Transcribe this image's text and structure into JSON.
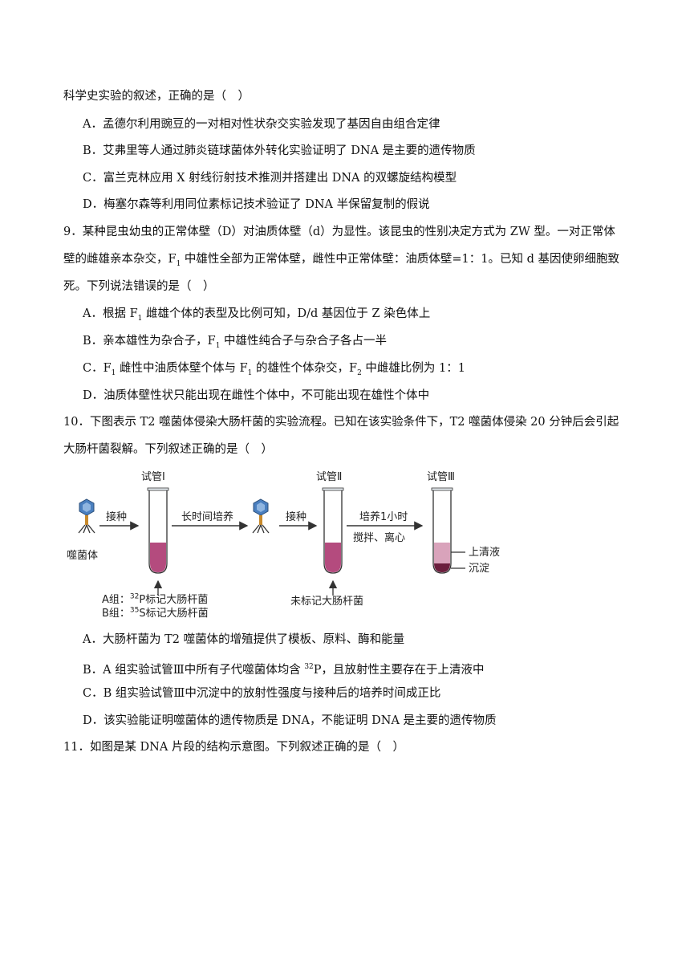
{
  "q8": {
    "stem": "科学史实验的叙述，正确的是（　）",
    "options": [
      "A．孟德尔利用豌豆的一对相对性状杂交实验发现了基因自由组合定律",
      "B．艾弗里等人通过肺炎链球菌体外转化实验证明了 DNA 是主要的遗传物质",
      "C．富兰克林应用 X 射线衍射技术推测并搭建出 DNA 的双螺旋结构模型",
      "D．梅塞尔森等利用同位素标记技术验证了 DNA 半保留复制的假说"
    ]
  },
  "q9": {
    "stem_line1": "9．某种昆虫幼虫的正常体壁（D）对油质体壁（d）为显性。该昆虫的性别决定方式为 ZW 型。一对正常体",
    "stem_line2_a": "壁的雌雄亲本杂交，F",
    "stem_line2_sub": "1",
    "stem_line2_b": " 中雄性全部为正常体壁，雌性中正常体壁：油质体壁=1：1。已知 d 基因使卵细胞致",
    "stem_line3": "死。下列说法错误的是（　）",
    "opt_a_pre": "A．根据 F",
    "opt_a_sub": "1",
    "opt_a_post": " 雌雄个体的表型及比例可知，D/d 基因位于 Z 染色体上",
    "opt_b_pre": "B．亲本雄性为杂合子，F",
    "opt_b_sub": "1",
    "opt_b_post": " 中雄性纯合子与杂合子各占一半",
    "opt_c_pre": "C．F",
    "opt_c_sub1": "1",
    "opt_c_mid": " 雌性中油质体壁个体与 F",
    "opt_c_sub2": "1",
    "opt_c_mid2": " 的雄性个体杂交，F",
    "opt_c_sub3": "2",
    "opt_c_post": " 中雌雄比例为 1：1",
    "opt_d": "D．油质体壁性状只能出现在雌性个体中，不可能出现在雄性个体中"
  },
  "q10": {
    "stem_line1": "10．下图表示 T2 噬菌体侵染大肠杆菌的实验流程。已知在该实验条件下，T2 噬菌体侵染 20 分钟后会引起",
    "stem_line2": "大肠杆菌裂解。下列叙述正确的是（　）",
    "diagram": {
      "tube1": "试管Ⅰ",
      "tube2": "试管Ⅱ",
      "tube3": "试管Ⅲ",
      "phage": "噬菌体",
      "inoculate1": "接种",
      "long_culture": "长时间培养",
      "inoculate2": "接种",
      "culture_1h": "培养1小时",
      "stir_centrifuge": "搅拌、离心",
      "supernatant": "上清液",
      "sediment": "沉淀",
      "group_a_pre": "A组：",
      "group_a_sup": "32",
      "group_a_post": "P标记大肠杆菌",
      "group_b_pre": "B组：",
      "group_b_sup": "35",
      "group_b_post": "S标记大肠杆菌",
      "unlabeled": "未标记大肠杆菌"
    },
    "opt_a": "A．大肠杆菌为 T2 噬菌体的增殖提供了模板、原料、酶和能量",
    "opt_b_pre": "B．A 组实验试管Ⅲ中所有子代噬菌体均含 ",
    "opt_b_sup": "32",
    "opt_b_post": "P，且放射性主要存在于上清液中",
    "opt_c": "C．B 组实验试管Ⅲ中沉淀中的放射性强度与接种后的培养时间成正比",
    "opt_d": "D．该实验能证明噬菌体的遗传物质是 DNA，不能证明 DNA 是主要的遗传物质"
  },
  "q11": {
    "stem": "11．如图是某 DNA 片段的结构示意图。下列叙述正确的是（　）"
  }
}
